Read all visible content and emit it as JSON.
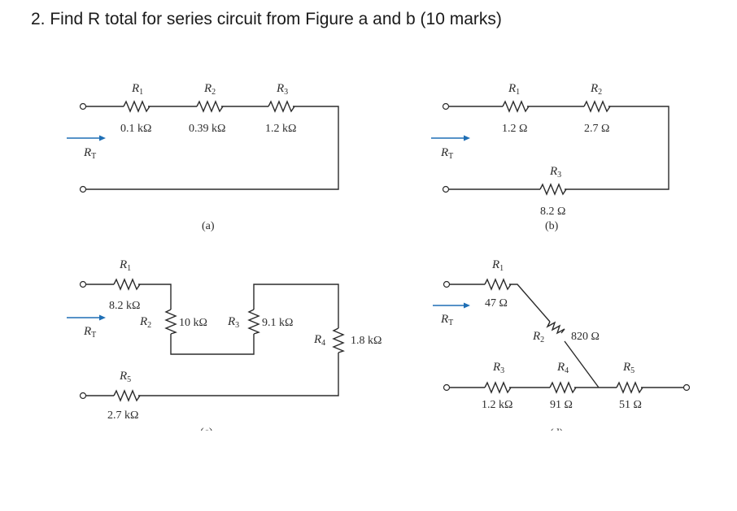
{
  "question": "2. Find R total for series circuit from Figure a and b (10 marks)",
  "total_label": "R",
  "total_sub": "T",
  "fig_a": {
    "caption": "(a)",
    "resistors": [
      {
        "name": "R",
        "sub": "1",
        "value": "0.1 kΩ"
      },
      {
        "name": "R",
        "sub": "2",
        "value": "0.39 kΩ"
      },
      {
        "name": "R",
        "sub": "3",
        "value": "1.2 kΩ"
      }
    ]
  },
  "fig_b": {
    "caption": "(b)",
    "resistors": [
      {
        "name": "R",
        "sub": "1",
        "value": "1.2 Ω"
      },
      {
        "name": "R",
        "sub": "2",
        "value": "2.7 Ω"
      },
      {
        "name": "R",
        "sub": "3",
        "value": "8.2 Ω"
      }
    ]
  },
  "fig_c": {
    "caption": "(c)",
    "resistors": [
      {
        "name": "R",
        "sub": "1",
        "value": "8.2 kΩ"
      },
      {
        "name": "R",
        "sub": "2",
        "value": "10 kΩ"
      },
      {
        "name": "R",
        "sub": "3",
        "value": "9.1 kΩ"
      },
      {
        "name": "R",
        "sub": "4",
        "value": "1.8 kΩ"
      },
      {
        "name": "R",
        "sub": "5",
        "value": "2.7 kΩ"
      }
    ]
  },
  "fig_d": {
    "caption": "(d)",
    "resistors": [
      {
        "name": "R",
        "sub": "1",
        "value": "47 Ω"
      },
      {
        "name": "R",
        "sub": "2",
        "value": "820 Ω"
      },
      {
        "name": "R",
        "sub": "3",
        "value": "1.2 kΩ"
      },
      {
        "name": "R",
        "sub": "4",
        "value": "91 Ω"
      },
      {
        "name": "R",
        "sub": "5",
        "value": "51 Ω"
      }
    ]
  }
}
